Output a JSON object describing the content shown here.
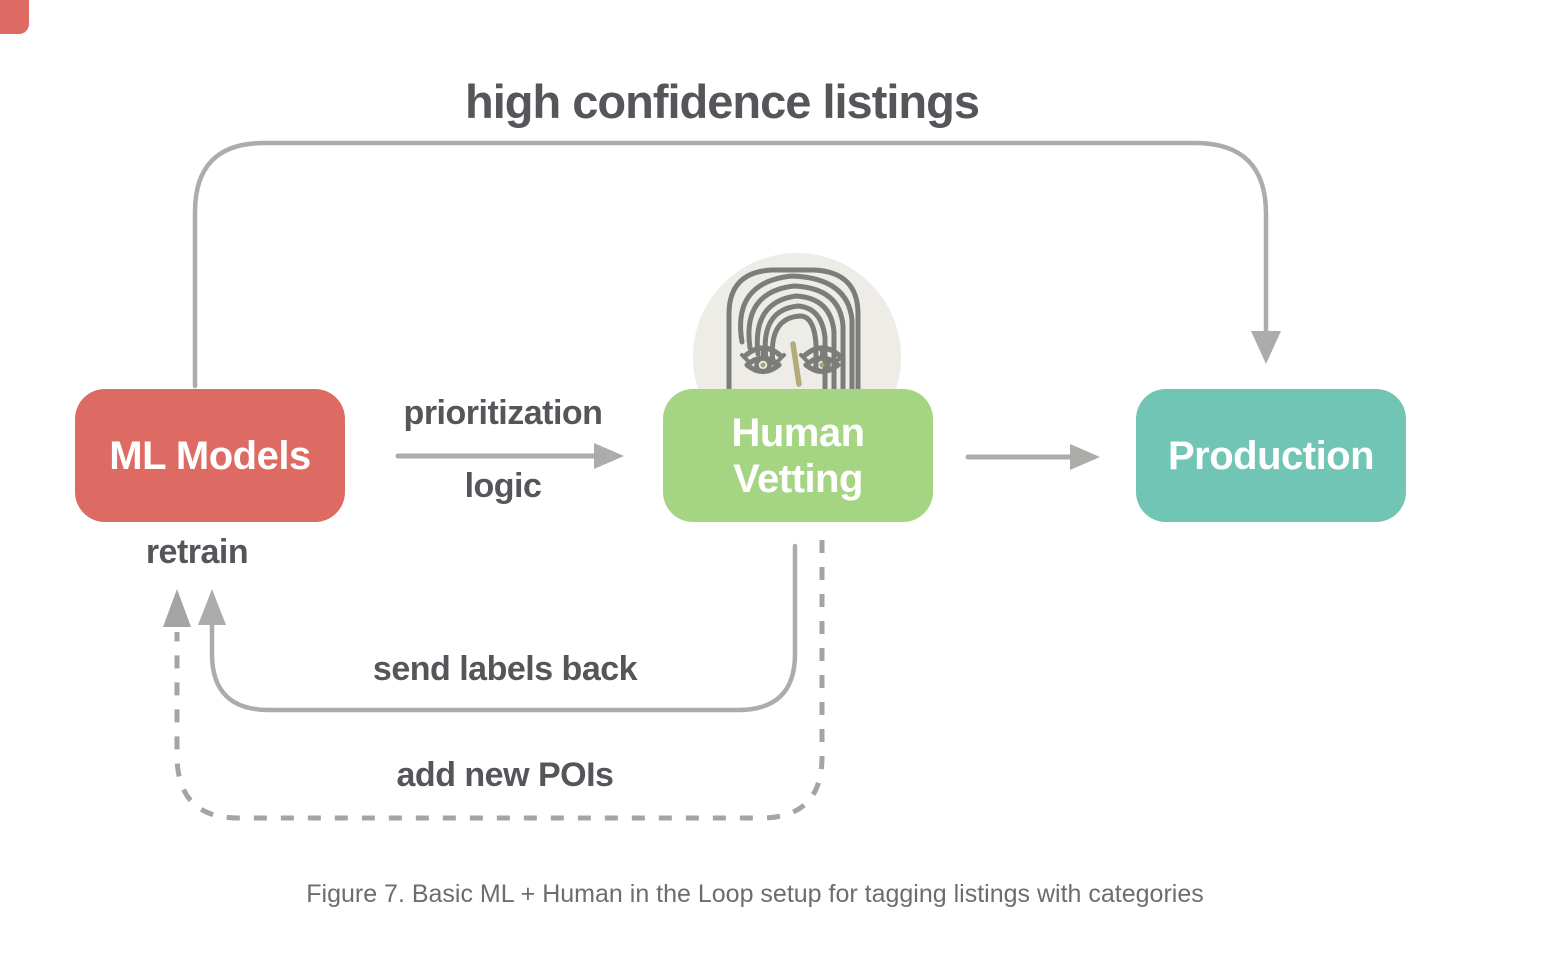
{
  "title": "high confidence listings",
  "caption": "Figure 7. Basic ML + Human in the Loop setup for tagging listings with categories",
  "nodes": {
    "ml_models": {
      "label": "ML Models",
      "color": "#dd6a63"
    },
    "human_vetting": {
      "label": "Human Vetting",
      "color": "#a5d583"
    },
    "production": {
      "label": "Production",
      "color": "#70c5b5"
    }
  },
  "edge_labels": {
    "retrain": "retrain",
    "prioritization_line1": "prioritization",
    "prioritization_line2": "logic",
    "send_labels_back": "send labels back",
    "add_new_pois": "add new POIs"
  },
  "icons": {
    "human_face": "woman-face-line-art"
  },
  "colors": {
    "label_text": "#55565a",
    "caption_text": "#6d6d6d",
    "connector_solid": "#acacaa",
    "connector_dashed": "#a4a4a2",
    "node_text": "#ffffff",
    "face_circle_bg": "#edece7",
    "face_stroke": "#7c7c79",
    "nose": "#b5aa7c",
    "corner_fragment": "#dd6a63"
  }
}
